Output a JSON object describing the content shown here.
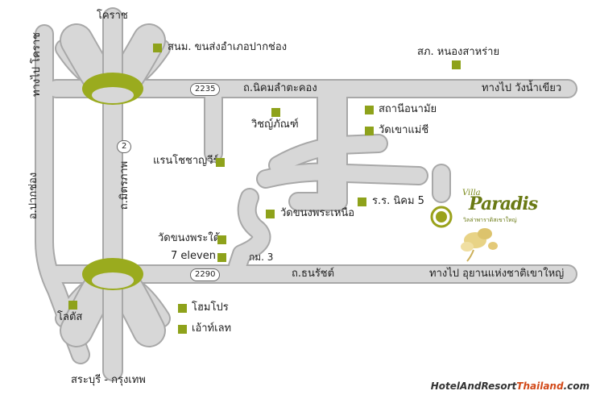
{
  "map": {
    "colors": {
      "road": "#d7d7d7",
      "road_edge": "#a8a8a8",
      "overpass": "#9aab1e",
      "marker": "#8ea21b",
      "resort_pin": "#9aa21c"
    },
    "route_badges": {
      "r2235": "2235",
      "r2290": "2290",
      "r2": "2"
    },
    "road_labels": {
      "nikhom": "ถ.นิคมลำตะคอง",
      "thanarat": "ถ.ธนรัชต์",
      "mittraphap": "ถ.มิตรภาพ",
      "km3": "กม. 3"
    },
    "directions": {
      "korat": "โคราช",
      "to_korat": "ทางไป โคราช",
      "pakchong": "อ.ปากช่อง",
      "wang_nam_khiao": "ทางไป วังน้ำเขียว",
      "khao_yai": "ทางไป อุยานแห่งชาติเขาใหญ่",
      "saraburi_bangkok": "สระบุรี - กรุงเทพ"
    },
    "landmarks": [
      {
        "id": "transport",
        "label": "สนม. ขนส่งอำเภอปากช่อง"
      },
      {
        "id": "nongsarai",
        "label": "สภ. หนองสาหร่าย"
      },
      {
        "id": "health",
        "label": "สถานีอนามัย"
      },
      {
        "id": "wichan",
        "label": "วิชญ์ภัณฑ์"
      },
      {
        "id": "khaomaesi",
        "label": "วัดเขาแม่ชี"
      },
      {
        "id": "ranch",
        "label": "แรนโชชาญวีร์"
      },
      {
        "id": "school",
        "label": "ร.ร. นิคม 5"
      },
      {
        "id": "khanong_north",
        "label": "วัดขนงพระเหนือ"
      },
      {
        "id": "khanong_south",
        "label": "วัดขนงพระใต้"
      },
      {
        "id": "seven",
        "label": "7 eleven"
      },
      {
        "id": "lotus",
        "label": "โลตัส"
      },
      {
        "id": "homepro",
        "label": "โฮมโปร"
      },
      {
        "id": "makro",
        "label": "เอ้าท์เลท"
      }
    ],
    "resort": {
      "brand_prefix": "Villa",
      "brand_name": "Paradis",
      "brand_subtitle": "วิลล่าพาราดิสเขาใหญ่"
    }
  },
  "watermark": {
    "part1": "HotelAndResort",
    "part2": "Thailand",
    "part3": ".com"
  }
}
